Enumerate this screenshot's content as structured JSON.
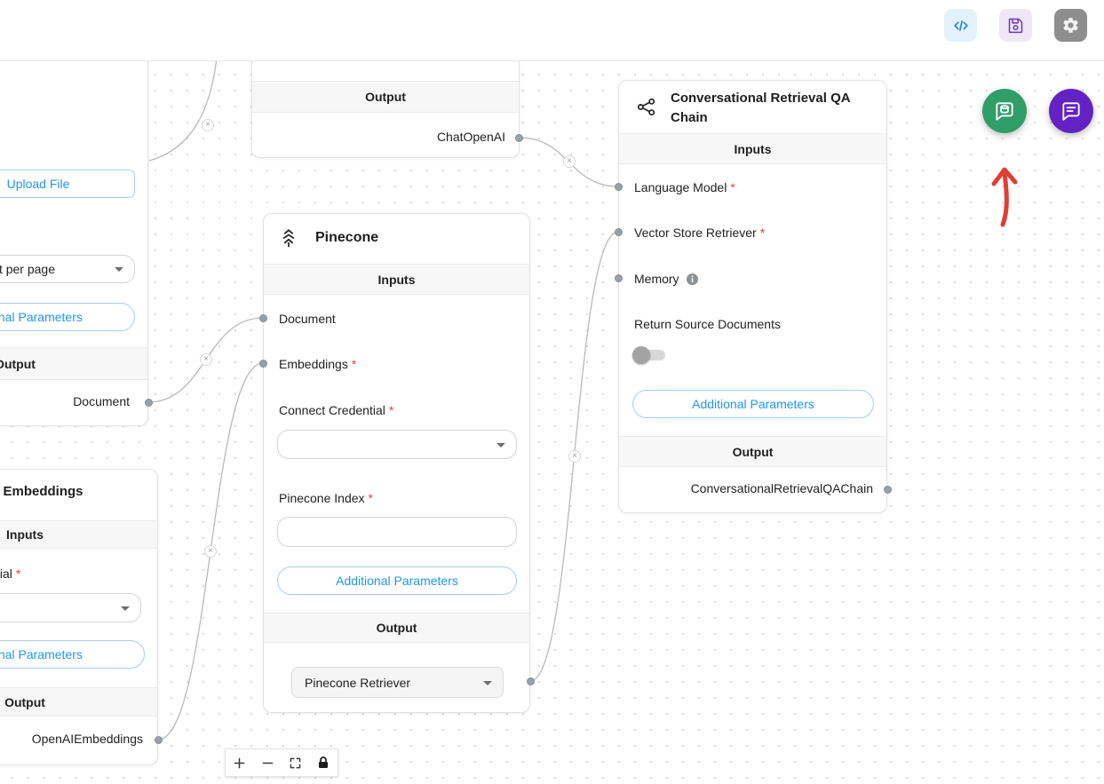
{
  "misc": {
    "required_marker": "*"
  },
  "colors": {
    "accent_blue": "#2196f3",
    "fab_green": "#2f9e69",
    "fab_purple": "#6322c3",
    "header_code_bg": "#e3f2fd",
    "header_save_bg": "#ede7f6",
    "header_gear_bg": "#8e8e8e",
    "save_purple": "#673ab7",
    "required_red": "#f23b3b",
    "arrow_red": "#e23d32"
  },
  "icons": {
    "header": [
      "code-icon",
      "save-icon",
      "gear-icon"
    ],
    "fabs": [
      "api-chat-icon",
      "chat-bubble-icon"
    ],
    "zoom_bar": [
      "zoom-in-icon",
      "zoom-out-icon",
      "fit-view-icon",
      "lock-icon"
    ],
    "node_misc": [
      "pinecone-icon",
      "chain-icon",
      "info-icon",
      "chevron-down-icon",
      "delete-edge-icon",
      "connection-handle"
    ]
  },
  "nodes": {
    "chat_openai": {
      "output_header": "Output",
      "output_anchor": "ChatOpenAI"
    },
    "file_loader": {
      "upload_button": "Upload File",
      "usage_value": "One document per page",
      "additional_parameters": "Additional Parameters",
      "output_header": "Output",
      "output_anchor": "Document"
    },
    "openai_embeddings": {
      "title": "OpenAI Embeddings",
      "inputs_header": "Inputs",
      "credential_label": "Connect Credential",
      "additional_parameters": "Additional Parameters",
      "output_header": "Output",
      "output_anchor": "OpenAIEmbeddings"
    },
    "pinecone": {
      "title": "Pinecone",
      "inputs_header": "Inputs",
      "document_label": "Document",
      "embeddings_label": "Embeddings",
      "credential_label": "Connect Credential",
      "index_label": "Pinecone Index",
      "additional_parameters": "Additional Parameters",
      "output_header": "Output",
      "output_value": "Pinecone Retriever"
    },
    "conversational_qa": {
      "title": "Conversational Retrieval QA Chain",
      "inputs_header": "Inputs",
      "language_model_label": "Language Model",
      "retriever_label": "Vector Store Retriever",
      "memory_label": "Memory",
      "return_source_label": "Return Source Documents",
      "additional_parameters": "Additional Parameters",
      "output_header": "Output",
      "output_anchor": "ConversationalRetrievalQAChain"
    }
  }
}
